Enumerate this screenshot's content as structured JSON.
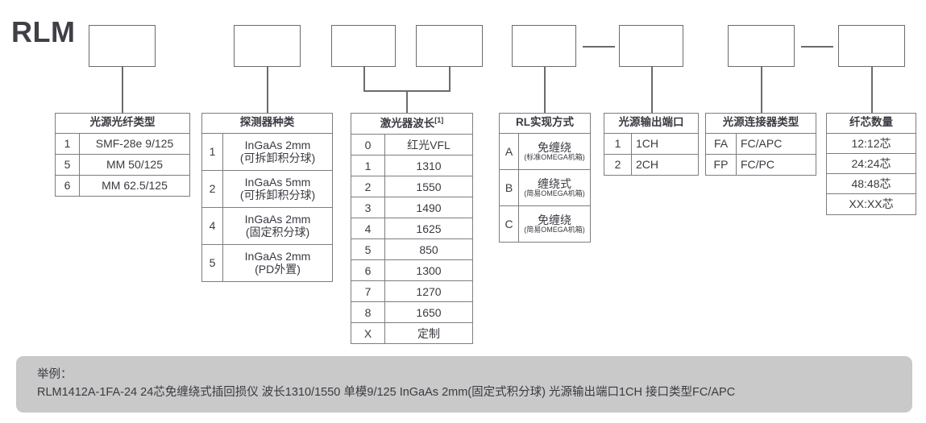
{
  "brand": {
    "label": "RLM"
  },
  "code_boxes": [
    {
      "name": "code-box-1"
    },
    {
      "name": "code-box-2"
    },
    {
      "name": "code-box-3"
    },
    {
      "name": "code-box-4"
    },
    {
      "name": "code-box-5"
    },
    {
      "name": "code-box-6"
    },
    {
      "name": "code-box-7"
    },
    {
      "name": "code-box-8"
    }
  ],
  "tables": [
    {
      "id": "light-source-fiber-type",
      "header": "光源光纤类型",
      "rows": [
        {
          "key": "1",
          "value": "SMF-28e 9/125"
        },
        {
          "key": "5",
          "value": "MM 50/125"
        },
        {
          "key": "6",
          "value": "MM 62.5/125"
        }
      ]
    },
    {
      "id": "detector-type",
      "header": "探测器种类",
      "rows": [
        {
          "key": "1",
          "value": "InGaAs 2mm",
          "value2": "(可拆卸积分球)"
        },
        {
          "key": "2",
          "value": "InGaAs 5mm",
          "value2": "(可拆卸积分球)"
        },
        {
          "key": "4",
          "value": "InGaAs 2mm",
          "value2": "(固定积分球)"
        },
        {
          "key": "5",
          "value": "InGaAs 2mm",
          "value2": "(PD外置)"
        }
      ]
    },
    {
      "id": "laser-wavelength",
      "header": "激光器波长",
      "header_sup": "[1]",
      "rows": [
        {
          "key": "0",
          "value": "红光VFL"
        },
        {
          "key": "1",
          "value": "1310"
        },
        {
          "key": "2",
          "value": "1550"
        },
        {
          "key": "3",
          "value": "1490"
        },
        {
          "key": "4",
          "value": "1625"
        },
        {
          "key": "5",
          "value": "850"
        },
        {
          "key": "6",
          "value": "1300"
        },
        {
          "key": "7",
          "value": "1270"
        },
        {
          "key": "8",
          "value": "1650"
        },
        {
          "key": "X",
          "value": "定制"
        }
      ]
    },
    {
      "id": "rl-implementation",
      "header": "RL实现方式",
      "rows": [
        {
          "key": "A",
          "value": "免缠绕",
          "sub": "(标准OMEGA机箱)"
        },
        {
          "key": "B",
          "value": "缠绕式",
          "sub": "(简易OMEGA机箱)"
        },
        {
          "key": "C",
          "value": "免缠绕",
          "sub": "(简易OMEGA机箱)"
        }
      ]
    },
    {
      "id": "light-source-output-port",
      "header": "光源输出端口",
      "align": "left",
      "rows": [
        {
          "key": "1",
          "value": "1CH"
        },
        {
          "key": "2",
          "value": "2CH"
        }
      ]
    },
    {
      "id": "light-source-connector-type",
      "header": "光源连接器类型",
      "align": "left",
      "rows": [
        {
          "key": "FA",
          "value": "FC/APC"
        },
        {
          "key": "FP",
          "value": "FC/PC"
        }
      ]
    },
    {
      "id": "fiber-core-count",
      "header": "纤芯数量",
      "single_column": true,
      "rows": [
        {
          "value": "12:12芯"
        },
        {
          "value": "24:24芯"
        },
        {
          "value": "48:48芯"
        },
        {
          "value": "XX:XX芯"
        }
      ]
    }
  ],
  "example": {
    "title": "举例：",
    "text": "RLM1412A-1FA-24 24芯免缠绕式插回损仪 波长1310/1550 单模9/125 InGaAs 2mm(固定式积分球) 光源输出端口1CH 接口类型FC/APC"
  },
  "colors": {
    "border": "#7d7d7d",
    "connector": "#6b6b6b",
    "text": "#3a3a42",
    "example_bg": "#c9c9c9"
  }
}
